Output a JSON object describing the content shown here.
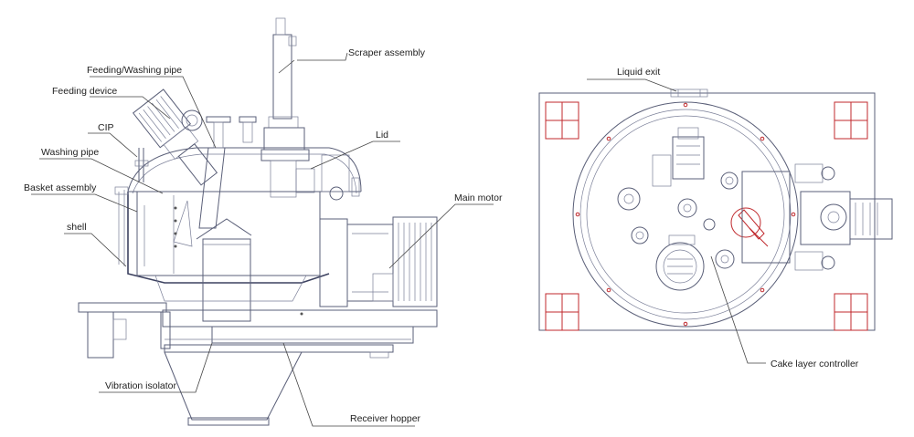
{
  "labels": {
    "scraper_assembly": "Scraper assembly",
    "feeding_washing_pipe": "Feeding/Washing pipe",
    "feeding_device": "Feeding device",
    "cip": "CIP",
    "washing_pipe": "Washing pipe",
    "basket_assembly": "Basket assembly",
    "shell": "shell",
    "lid": "Lid",
    "main_motor": "Main motor",
    "vibration_isolator": "Vibration isolator",
    "receiver_hopper": "Receiver hopper",
    "liquid_exit": "Liquid exit",
    "cake_layer_controller": "Cake layer controller"
  },
  "colors": {
    "line": "#5a5f78",
    "accent": "#c0282c",
    "text": "#222222"
  }
}
